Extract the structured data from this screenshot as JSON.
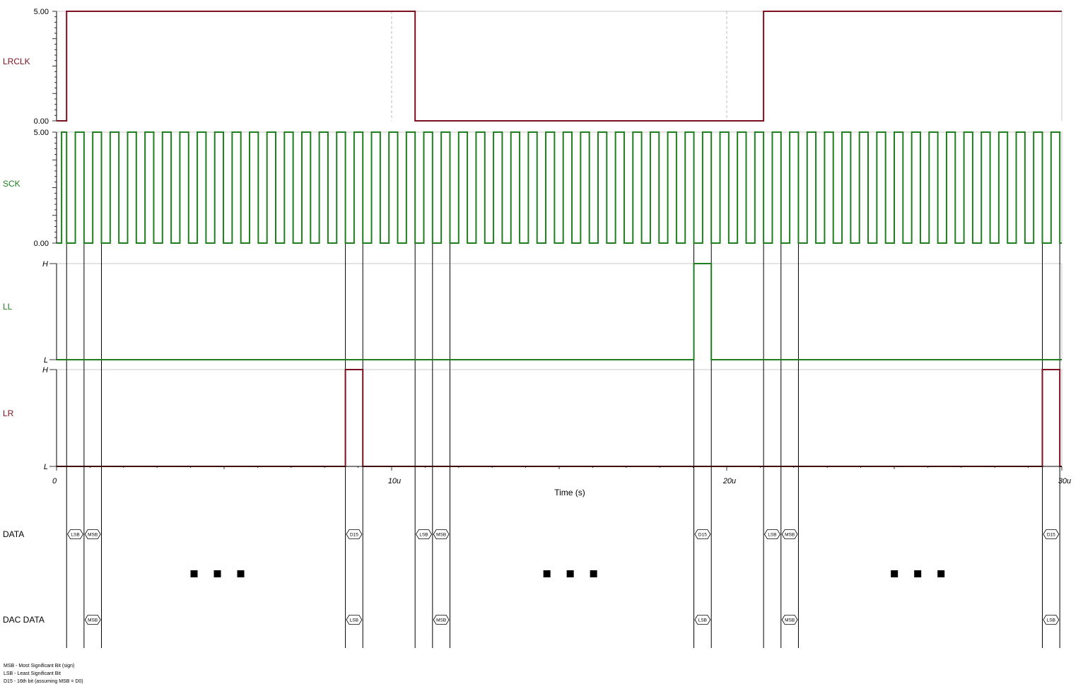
{
  "chart_data": {
    "type": "line",
    "title": "",
    "xlabel": "Time (s)",
    "xlim": [
      0,
      30
    ],
    "x_ticks": [
      {
        "value": 0,
        "label": "0"
      },
      {
        "value": 10,
        "label": "10u"
      },
      {
        "value": 20,
        "label": "20u"
      },
      {
        "value": 30,
        "label": "30u"
      }
    ],
    "colors": {
      "dark_red": "#7a1020",
      "green": "#1f7f1f"
    },
    "panels": [
      {
        "name": "LRCLK",
        "color": "#7a1020",
        "ytick_top": "5.00",
        "ytick_bottom": "0.00",
        "edges": [
          0.3,
          10.7,
          21.1
        ],
        "initial": 0,
        "vgrid": [
          10,
          20
        ]
      },
      {
        "name": "SCK",
        "color": "#1f7f1f",
        "ytick_top": "5.00",
        "ytick_bottom": "0.00",
        "clock_period": 0.52,
        "clock_start": 0.3,
        "initial": 1
      },
      {
        "name": "LL",
        "color": "#1f7f1f",
        "ytick_top": "H",
        "ytick_bottom": "L",
        "pulses": [
          [
            19.02,
            19.54
          ]
        ]
      },
      {
        "name": "LR",
        "color": "#7a1020",
        "ytick_top": "H",
        "ytick_bottom": "L",
        "pulses": [
          [
            8.62,
            9.14
          ],
          [
            29.42,
            29.94
          ]
        ]
      }
    ],
    "bus_rows": [
      {
        "name": "DATA",
        "markers": [
          {
            "x": 0.56,
            "label": "LSB"
          },
          {
            "x": 1.08,
            "label": "MSB"
          },
          {
            "x": 8.88,
            "label": "D15"
          },
          {
            "x": 10.96,
            "label": "LSB"
          },
          {
            "x": 11.48,
            "label": "MSB"
          },
          {
            "x": 19.28,
            "label": "D15"
          },
          {
            "x": 21.36,
            "label": "LSB"
          },
          {
            "x": 21.88,
            "label": "MSB"
          },
          {
            "x": 29.68,
            "label": "D15"
          }
        ]
      },
      {
        "name": "DAC DATA",
        "markers": [
          {
            "x": 1.08,
            "label": "MSB"
          },
          {
            "x": 8.88,
            "label": "LSB"
          },
          {
            "x": 11.48,
            "label": "MSB"
          },
          {
            "x": 19.28,
            "label": "LSB"
          },
          {
            "x": 21.88,
            "label": "MSB"
          },
          {
            "x": 29.68,
            "label": "LSB"
          }
        ]
      }
    ],
    "marker_lines_x": [
      0.3,
      0.82,
      1.34,
      8.62,
      9.14,
      10.7,
      11.22,
      11.74,
      19.02,
      19.54,
      21.1,
      21.62,
      22.14,
      29.42,
      29.94
    ],
    "ellipsis_groups": [
      {
        "x_center": 4.8
      },
      {
        "x_center": 15.33
      },
      {
        "x_center": 25.7
      }
    ],
    "legend_notes": [
      "MSB - Most Significant Bit (sign)",
      "LSB - Least Significant Bit",
      "D15 - 16th bit (assuming MSB = D0)"
    ]
  }
}
